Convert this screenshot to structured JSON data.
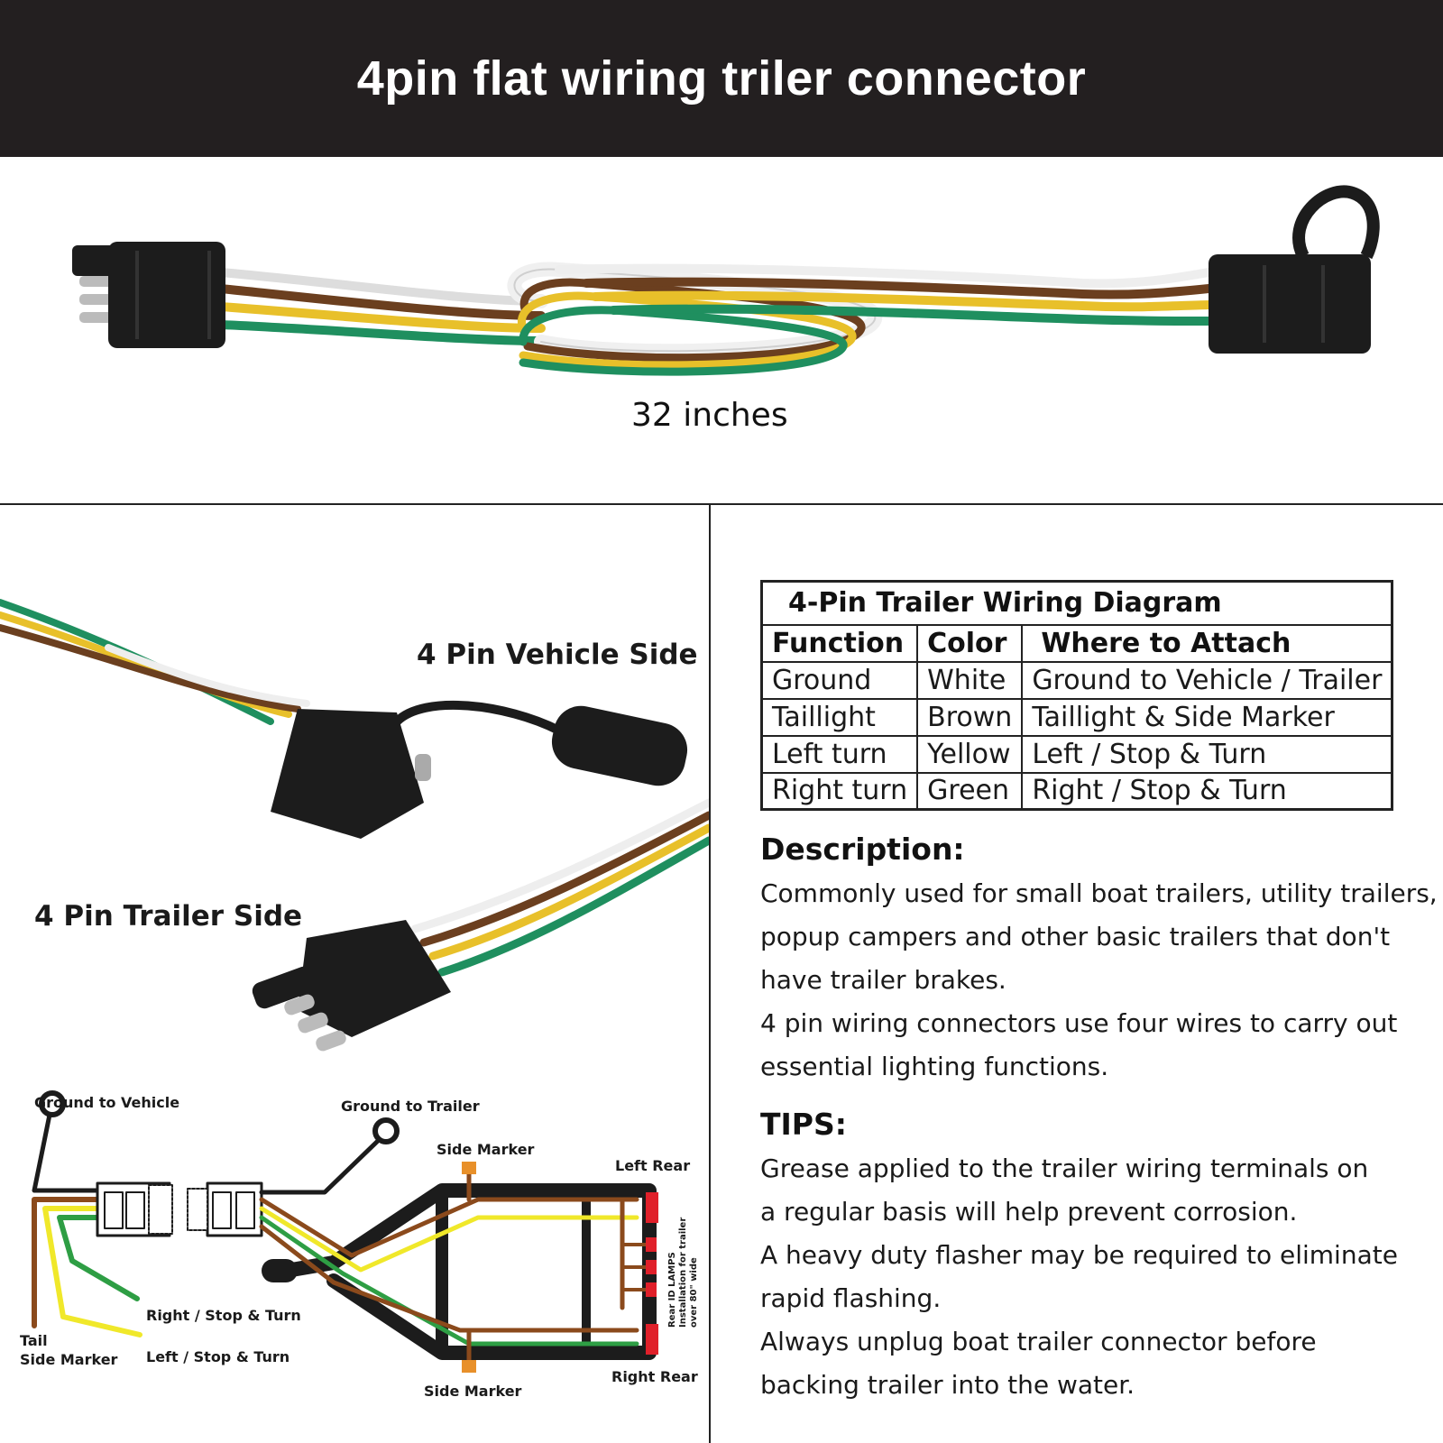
{
  "header": {
    "title": "4pin flat wiring triler connector"
  },
  "hero": {
    "length_label": "32 inches"
  },
  "photo_labels": {
    "vehicle_side": "4 Pin Vehicle Side",
    "trailer_side": "4 Pin Trailer Side"
  },
  "schematic": {
    "ground_to_vehicle": "Ground to Vehicle",
    "ground_to_trailer": "Ground to Trailer",
    "side_marker_top": "Side Marker",
    "left_rear": "Left Rear",
    "rear_id_line1": "Rear ID LAMPS",
    "rear_id_line2": "Installation for trailer",
    "rear_id_line3": "over 80\" wide",
    "right_stop_turn": "Right / Stop & Turn",
    "left_stop_turn": "Left / Stop & Turn",
    "tail": "Tail",
    "side_marker_left": "Side Marker",
    "side_marker_bottom": "Side Marker",
    "right_rear": "Right Rear"
  },
  "wiring_table": {
    "title": "4-Pin Trailer Wiring Diagram",
    "headers": [
      "Function",
      "Color",
      "Where to Attach"
    ],
    "rows": [
      [
        "Ground",
        "White",
        "Ground to Vehicle / Trailer"
      ],
      [
        "Taillight",
        "Brown",
        "Taillight & Side Marker"
      ],
      [
        "Left turn",
        "Yellow",
        "Left / Stop & Turn"
      ],
      [
        "Right turn",
        "Green",
        "Right / Stop & Turn"
      ]
    ]
  },
  "description": {
    "heading": "Description:",
    "lines": [
      "Commonly used for small boat trailers, utility trailers,",
      "popup campers and other basic trailers that don't",
      "have trailer brakes.",
      "4 pin wiring connectors use four wires to carry out",
      "essential lighting functions."
    ]
  },
  "tips": {
    "heading": "TIPS:",
    "lines": [
      "Grease applied to the trailer wiring terminals on",
      "a regular basis will help prevent corrosion.",
      "A heavy duty flasher may be required to eliminate",
      "rapid flashing.",
      "Always unplug boat trailer connector before",
      "backing trailer into the water."
    ]
  },
  "colors": {
    "white_wire": "#f2f2f2",
    "brown_wire": "#6b3f1f",
    "yellow_wire": "#e8c02a",
    "green_wire": "#1f8f5f",
    "schematic_yellow": "#f0e82a",
    "schematic_green": "#2e9e44",
    "schematic_brown": "#8b4a1c",
    "lamp_red": "#e0202a",
    "lamp_orange": "#e8902a",
    "connector_black": "#1c1c1c"
  }
}
